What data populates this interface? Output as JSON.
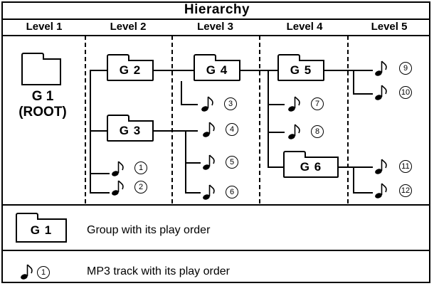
{
  "title": "Hierarchy",
  "levels": [
    "Level 1",
    "Level 2",
    "Level 3",
    "Level 4",
    "Level 5"
  ],
  "root": {
    "line1": "G 1",
    "line2": "(ROOT)"
  },
  "groups": {
    "g2": "G 2",
    "g3": "G 3",
    "g4": "G 4",
    "g5": "G 5",
    "g6": "G 6"
  },
  "tracks": [
    "1",
    "2",
    "3",
    "4",
    "5",
    "6",
    "7",
    "8",
    "9",
    "10",
    "11",
    "12"
  ],
  "legend": {
    "group_sample": "G 1",
    "group_text": "Group with its play order",
    "track_sample": "1",
    "track_text": "MP3 track with its play order"
  },
  "icons": {
    "folder": "folder-icon",
    "note": "music-note-icon",
    "circled_number": "circled-number"
  }
}
